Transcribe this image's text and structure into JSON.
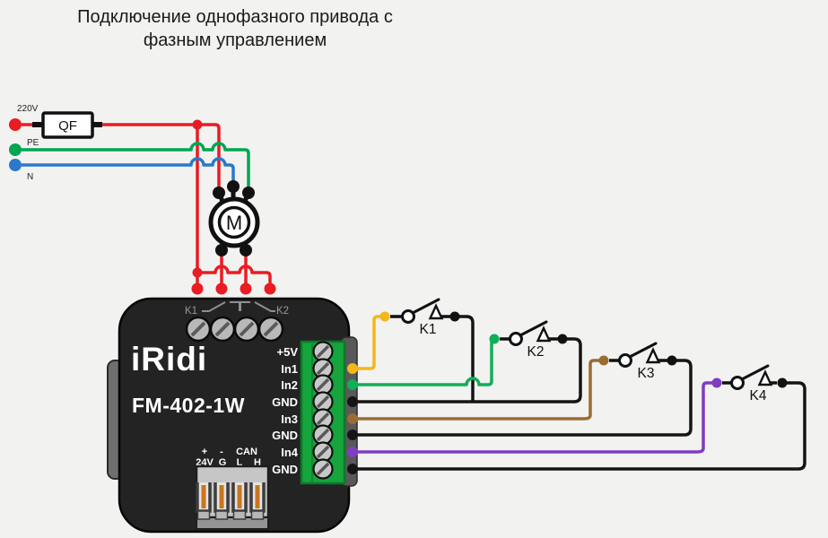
{
  "title": {
    "line1": "Подключение однофазного привода с",
    "line2": "фазным управлением"
  },
  "power": {
    "voltage_label": "220V",
    "breaker_label": "QF",
    "pe_label": "PE",
    "neutral_label": "N"
  },
  "motor": {
    "label": "M"
  },
  "device": {
    "brand": "iRidi",
    "model": "FM-402-1W",
    "relay_k1": "K1",
    "relay_k2": "K2",
    "terminal_labels": [
      "+5V",
      "In1",
      "In2",
      "GND",
      "In3",
      "GND",
      "In4",
      "GND"
    ],
    "bus": {
      "plus": "+",
      "minus": "-",
      "can": "CAN",
      "v24": "24V",
      "g": "G",
      "l": "L",
      "h": "H"
    }
  },
  "switches": [
    {
      "label": "K1"
    },
    {
      "label": "K2"
    },
    {
      "label": "K3"
    },
    {
      "label": "K4"
    }
  ],
  "colors": {
    "phase": "#e91c23",
    "pe": "#00a651",
    "neutral": "#2a79ca",
    "in1": "#f3b71b",
    "in2": "#0fae58",
    "in3": "#9a6c33",
    "in4": "#7f3ec0",
    "gnd": "#151515",
    "body": "#232323",
    "terminal_green": "#16a43c"
  }
}
